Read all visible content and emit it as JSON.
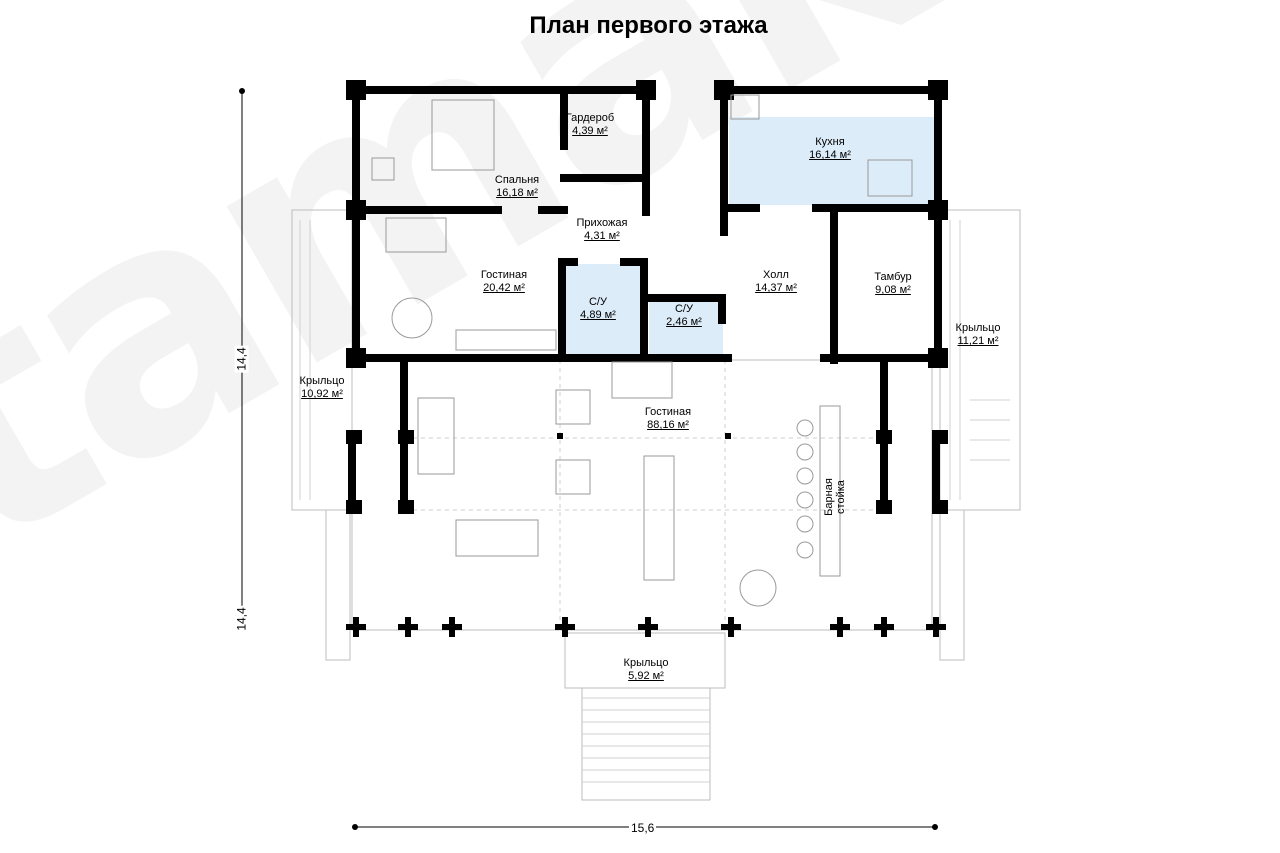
{
  "title": "План первого этажа",
  "watermark": "tamak",
  "dimensions": {
    "width": "15,6",
    "height": "14,4"
  },
  "bar_counter_label": "Барная стойка",
  "rooms": [
    {
      "name": "Гардероб",
      "area": "4,39 м²"
    },
    {
      "name": "Кухня",
      "area": "16,14 м²"
    },
    {
      "name": "Спальня",
      "area": "16,18 м²"
    },
    {
      "name": "Прихожая",
      "area": "4,31 м²"
    },
    {
      "name": "Гостиная",
      "area": "20,42 м²"
    },
    {
      "name": "Холл",
      "area": "14,37 м²"
    },
    {
      "name": "Тамбур",
      "area": "9,08 м²"
    },
    {
      "name": "С/У",
      "area": "4,89 м²"
    },
    {
      "name": "С/У",
      "area": "2,46 м²"
    },
    {
      "name": "Крыльцо",
      "area": "11,21 м²"
    },
    {
      "name": "Крыльцо",
      "area": "10,92 м²"
    },
    {
      "name": "Гостиная",
      "area": "88,16 м²"
    },
    {
      "name": "Крыльцо",
      "area": "5,92 м²"
    }
  ],
  "colors": {
    "wall": "#000000",
    "wet_room_fill": "#dcecf8",
    "line": "#bbbbbb",
    "watermark": "#f3f3f3"
  }
}
